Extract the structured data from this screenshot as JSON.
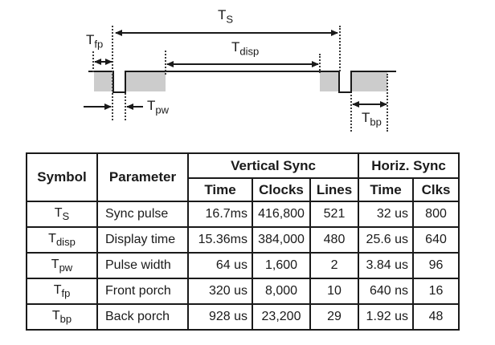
{
  "diagram": {
    "labels": {
      "ts": {
        "main": "T",
        "sub": "S"
      },
      "tdisp": {
        "main": "T",
        "sub": "disp"
      },
      "tfp": {
        "main": "T",
        "sub": "fp"
      },
      "tpw": {
        "main": "T",
        "sub": "pw"
      },
      "tbp": {
        "main": "T",
        "sub": "bp"
      }
    },
    "colors": {
      "blanking_fill": "#cccccc",
      "line": "#1a1a1a"
    }
  },
  "table": {
    "headers": {
      "symbol": "Symbol",
      "parameter": "Parameter",
      "vertical_sync": "Vertical Sync",
      "horiz_sync": "Horiz. Sync",
      "v_time": "Time",
      "v_clocks": "Clocks",
      "v_lines": "Lines",
      "h_time": "Time",
      "h_clks": "Clks"
    },
    "rows": [
      {
        "symbol_main": "T",
        "symbol_sub": "S",
        "parameter": "Sync pulse",
        "v_time": "16.7ms",
        "v_clocks": "416,800",
        "v_lines": "521",
        "h_time": "32 us",
        "h_clks": "800"
      },
      {
        "symbol_main": "T",
        "symbol_sub": "disp",
        "parameter": "Display time",
        "v_time": "15.36ms",
        "v_clocks": "384,000",
        "v_lines": "480",
        "h_time": "25.6 us",
        "h_clks": "640"
      },
      {
        "symbol_main": "T",
        "symbol_sub": "pw",
        "parameter": "Pulse width",
        "v_time": "64 us",
        "v_clocks": "1,600",
        "v_lines": "2",
        "h_time": "3.84 us",
        "h_clks": "96"
      },
      {
        "symbol_main": "T",
        "symbol_sub": "fp",
        "parameter": "Front porch",
        "v_time": "320 us",
        "v_clocks": "8,000",
        "v_lines": "10",
        "h_time": "640 ns",
        "h_clks": "16"
      },
      {
        "symbol_main": "T",
        "symbol_sub": "bp",
        "parameter": "Back porch",
        "v_time": "928 us",
        "v_clocks": "23,200",
        "v_lines": "29",
        "h_time": "1.92 us",
        "h_clks": "48"
      }
    ]
  }
}
